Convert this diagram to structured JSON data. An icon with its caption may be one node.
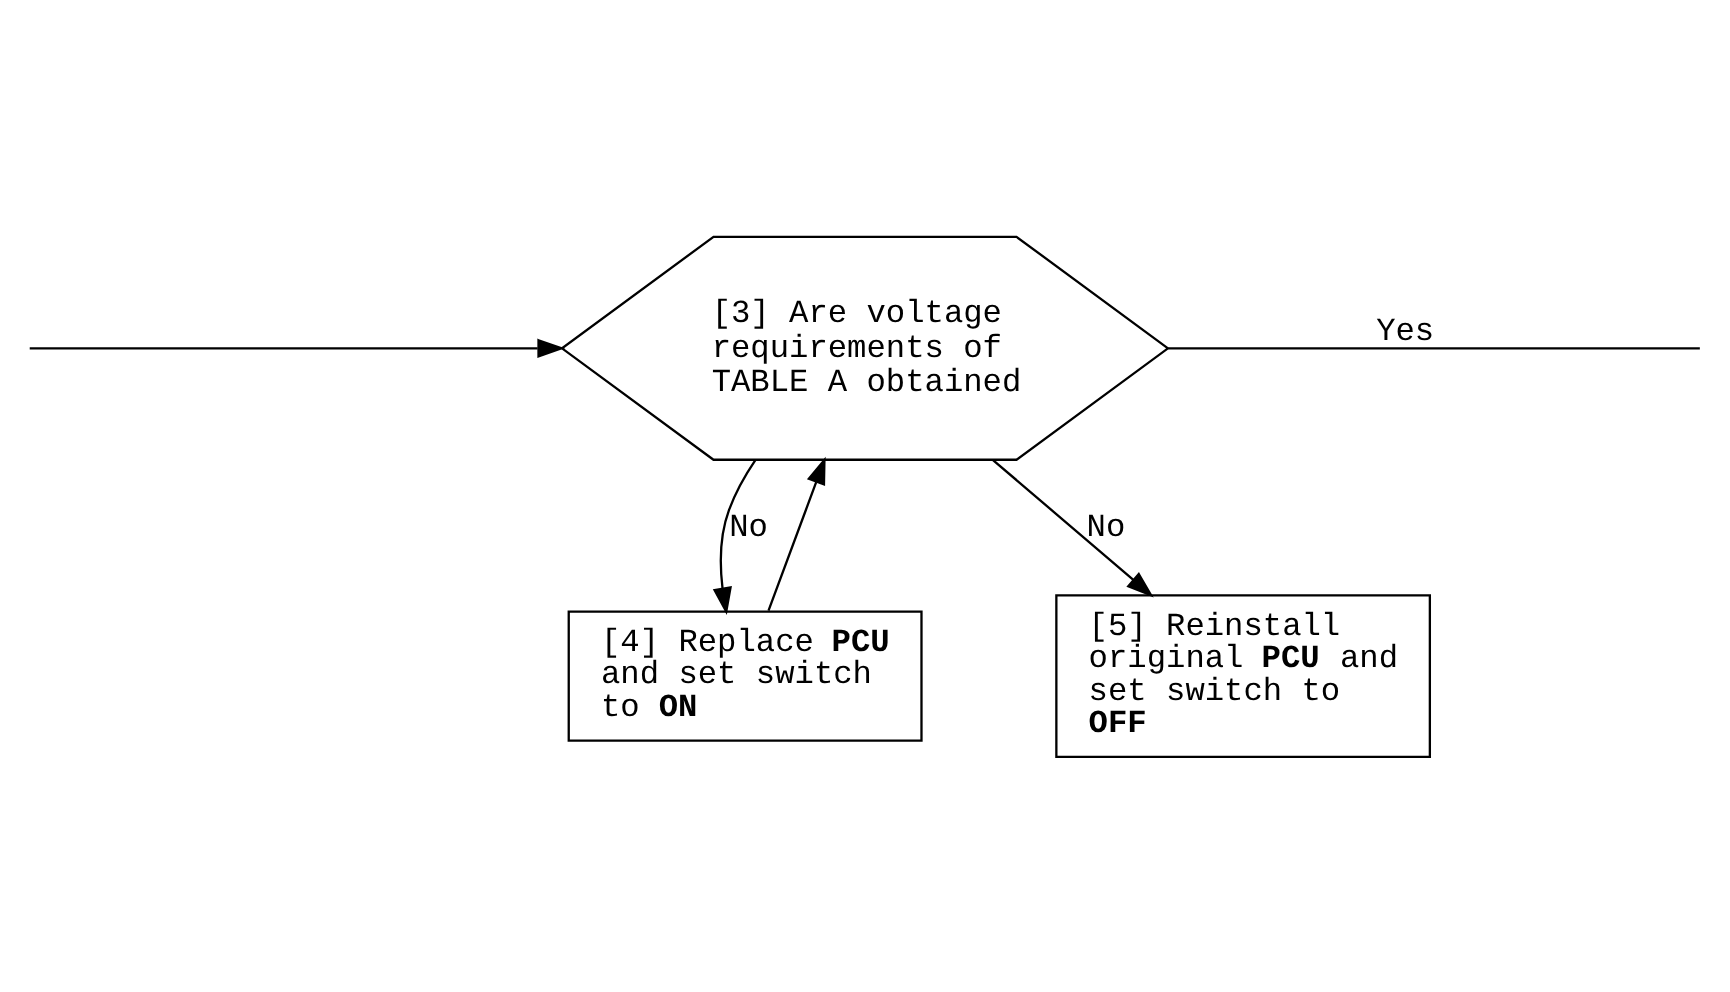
{
  "diagram": {
    "nodes": [
      {
        "text": [
          "[3] Are voltage requirements of TABLE A obtained"
        ]
      },
      {
        "text": [
          "[4] Replace **PCU** and set switch to **ON**"
        ]
      },
      {
        "text": [
          "[5] Reinstall original **PCU** and set switch to **OFF**"
        ]
      }
    ],
    "edges": [
      {
        "from": 0,
        "to": null,
        "arrow": "none",
        "label": "Yes"
      },
      {
        "from": 1,
        "to": 0,
        "arrow": "to"
      },
      {
        "from": null,
        "to": 0,
        "arrow": "to"
      },
      {
        "from": 0,
        "to": 1,
        "arrow": "to",
        "label": "No"
      },
      {
        "from": 0,
        "to": 2,
        "arrow": "to",
        "label": "No"
      }
    ]
  }
}
